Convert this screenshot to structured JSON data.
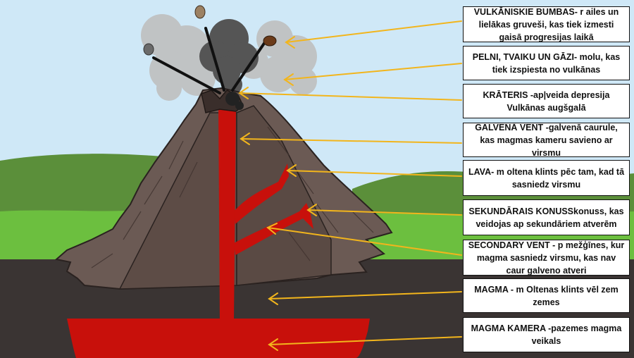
{
  "labels": [
    {
      "id": "bombs",
      "text": "VULKĀNISKIE BUMBAS- r ailes un lielākas gruveši, kas tiek izmesti gaisā progresijas laikā"
    },
    {
      "id": "ash",
      "text": "PELNI, TVAIKU UN GĀZI- molu, kas tiek izspiesta no vulkānas"
    },
    {
      "id": "crater",
      "text": "KRĀTERIS -ap|veida depresija Vulkānas augšgalā"
    },
    {
      "id": "main-vent",
      "text": "GALVENĀ VENT -galvenā caurule, kas magmas kameru savieno ar virsmu"
    },
    {
      "id": "lava",
      "text": "LAVA- m oltena klints pēc tam, kad tā sasniedz virsmu"
    },
    {
      "id": "secondary-cone",
      "text": "SEKUNDĀRAIS KONUSSkonuss, kas veidojas ap sekundāriem atverēm"
    },
    {
      "id": "secondary-vent",
      "text": "SECONDARY VENT - p mežģīnes, kur magma sasniedz virsmu, kas nav caur galveno atveri"
    },
    {
      "id": "magma",
      "text": "MAGMA - m Oltenas klints vēl zem zemes"
    },
    {
      "id": "magma-chamber",
      "text": "MAGMA KAMERA -pazemes magma veikals"
    }
  ],
  "colors": {
    "sky": "#cfe8f7",
    "hills": "#5b8f3a",
    "grass": "#6cbf3f",
    "ground": "#3a3433",
    "rock": "#6b5a54",
    "rock_dark": "#4a3c37",
    "magma": "#c8100b",
    "arrow": "#f2b51c",
    "smoke": "#bfbfbf",
    "smoke_dark": "#555555"
  }
}
